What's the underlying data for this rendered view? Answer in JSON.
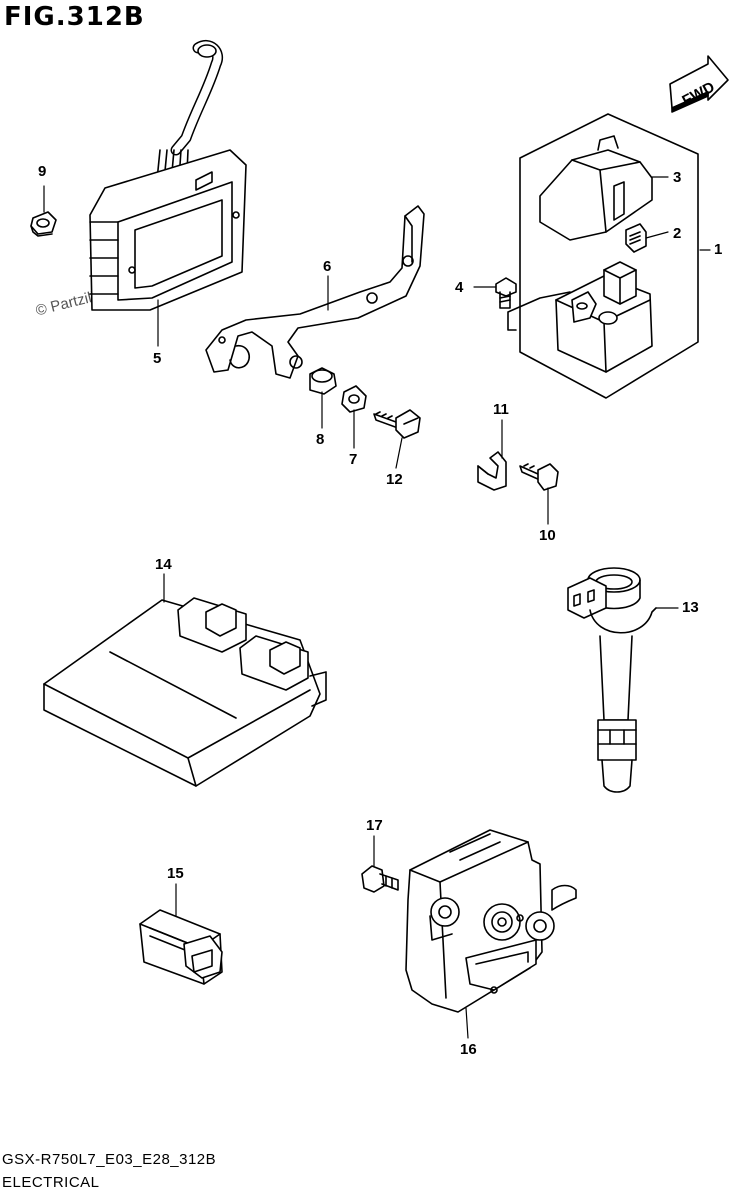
{
  "figure": {
    "title": "FIG.312B",
    "watermark": "© Partzilla.com",
    "direction_label": "FWD",
    "model_code": "GSX-R750L7_E03_E28_312B",
    "section_name": "ELECTRICAL"
  },
  "callouts": [
    "1",
    "2",
    "3",
    "4",
    "5",
    "6",
    "7",
    "8",
    "9",
    "10",
    "11",
    "12",
    "13",
    "14",
    "15",
    "16",
    "17"
  ]
}
